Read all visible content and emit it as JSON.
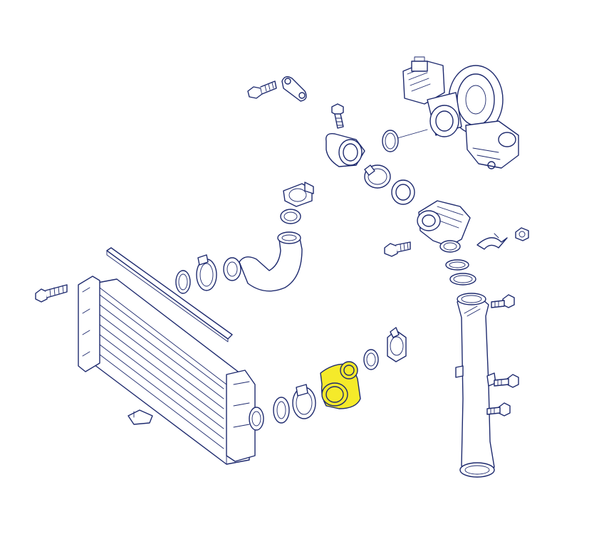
{
  "diagram": {
    "type": "exploded-parts-view",
    "line_color": "#1e2a6e",
    "background": "#ffffff",
    "highlight_color": "#f5ea2a",
    "highlighted_part": "intercooler-outlet-elbow-hose",
    "parts": [
      "turbocharger",
      "turbo-outlet-elbow",
      "intercooler",
      "intercooler-inlet-hose",
      "intercooler-outlet-elbow-hose",
      "intake-pipe",
      "throttle-housing",
      "hose-clamp",
      "o-ring-seal",
      "mounting-bolt",
      "support-strip",
      "retaining-bracket"
    ]
  }
}
